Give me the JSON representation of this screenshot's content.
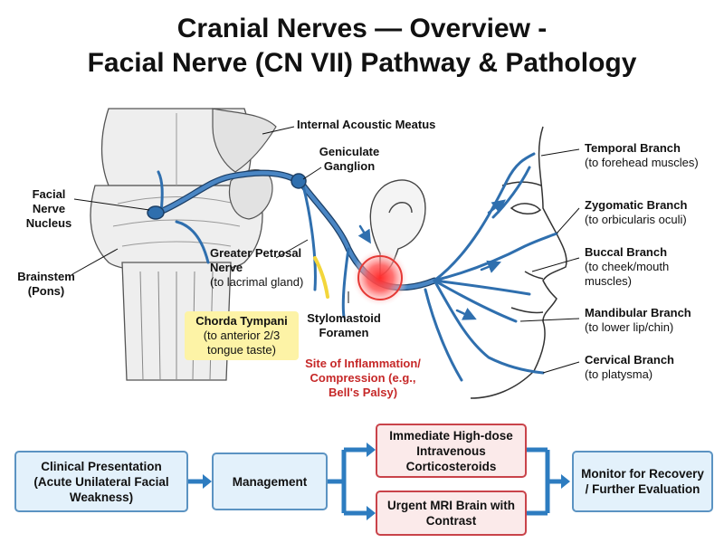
{
  "title": {
    "line1": "Cranial Nerves — Overview -",
    "line2": "Facial Nerve (CN VII) Pathway & Pathology"
  },
  "labels": {
    "facial_nerve_nucleus": "Facial Nerve Nucleus",
    "brainstem": "Brainstem (Pons)",
    "internal_acoustic_meatus": "Internal Acoustic Meatus",
    "geniculate_ganglion": "Geniculate Ganglion",
    "greater_petrosal": {
      "name": "Greater Petrosal Nerve",
      "detail": "(to lacrimal gland)"
    },
    "chorda_tympani": {
      "name": "Chorda Tympani",
      "detail": "(to anterior 2/3 tongue taste)"
    },
    "stylomastoid_foramen": "Stylomastoid Foramen",
    "site_of_inflammation": "Site of Inflammation/ Compression (e.g., Bell's Palsy)"
  },
  "branches": [
    {
      "name": "Temporal Branch",
      "detail": "(to forehead muscles)"
    },
    {
      "name": "Zygomatic Branch",
      "detail": "(to orbicularis oculi)"
    },
    {
      "name": "Buccal Branch",
      "detail": "(to cheek/mouth muscles)"
    },
    {
      "name": "Mandibular Branch",
      "detail": "(to lower lip/chin)"
    },
    {
      "name": "Cervical Branch",
      "detail": "(to platysma)"
    }
  ],
  "flow": {
    "clinical_presentation": "Clinical Presentation (Acute Unilateral Facial Weakness)",
    "management": "Management",
    "corticosteroids": "Immediate High-dose Intravenous Corticosteroids",
    "mri": "Urgent MRI Brain with Contrast",
    "monitor": "Monitor for Recovery / Further Evaluation"
  },
  "colors": {
    "nerve": "#2f6fae",
    "nerve_outline": "#1c3f66",
    "inflammation": "#e53935",
    "flow_arrow": "#2d7cc0",
    "blue_box_fill": "#e3f1fb",
    "red_box_border": "#c9434a",
    "highlight_yellow": "#fdf3a6"
  }
}
